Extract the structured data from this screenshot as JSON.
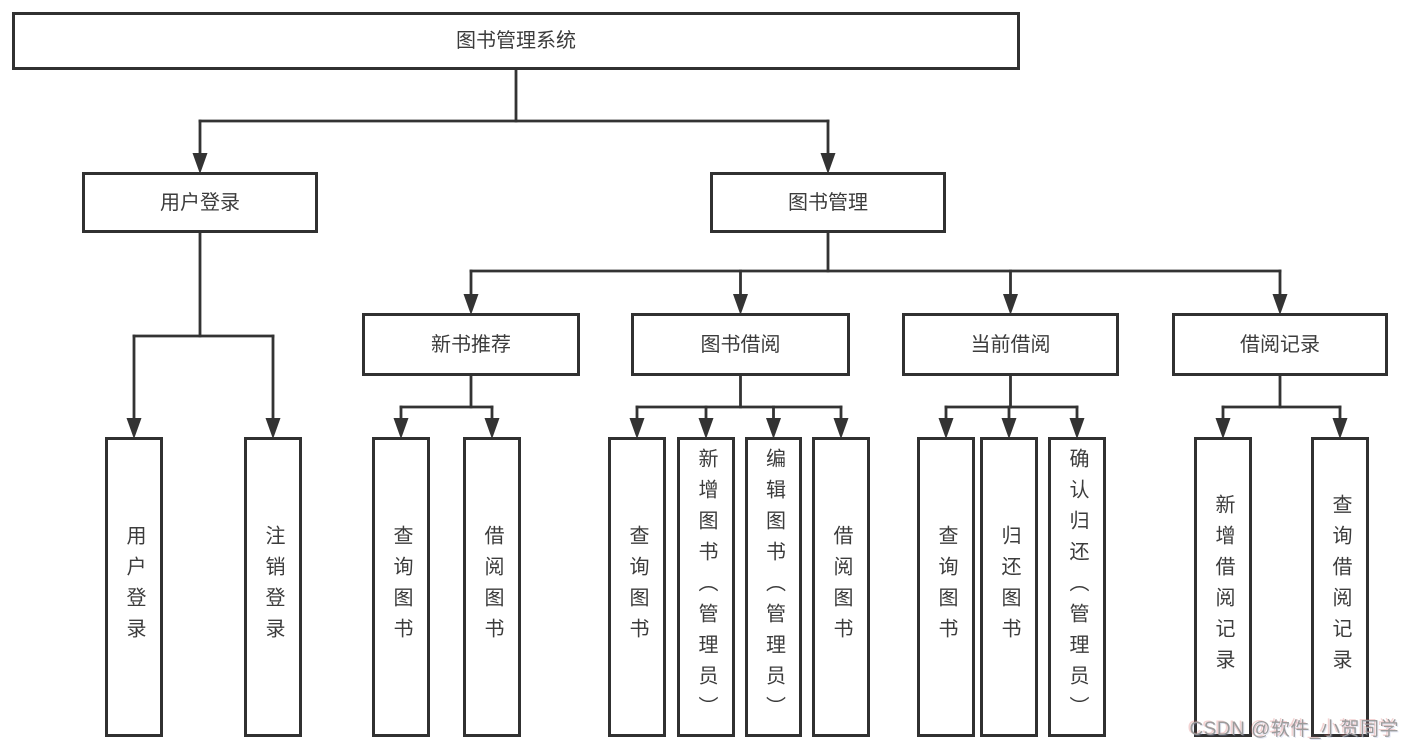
{
  "watermark": "CSDN @软件_小贺同学",
  "colors": {
    "line": "#333333",
    "box_border": "#313131",
    "box_fill": "#ffffff",
    "text": "#3c3c3c",
    "watermark": "#9b9b9b",
    "background": "#ffffff"
  },
  "nodes": [
    {
      "id": "root",
      "label": "图书管理系统",
      "parent": null,
      "shape": "wide"
    },
    {
      "id": "user-login",
      "label": "用户登录",
      "parent": "root",
      "shape": "box"
    },
    {
      "id": "book-mgmt",
      "label": "图书管理",
      "parent": "root",
      "shape": "box"
    },
    {
      "id": "new-book-rec",
      "label": "新书推荐",
      "parent": "book-mgmt",
      "shape": "box"
    },
    {
      "id": "book-borrow",
      "label": "图书借阅",
      "parent": "book-mgmt",
      "shape": "box"
    },
    {
      "id": "current-borrow",
      "label": "当前借阅",
      "parent": "book-mgmt",
      "shape": "box"
    },
    {
      "id": "borrow-records",
      "label": "借阅记录",
      "parent": "book-mgmt",
      "shape": "box"
    },
    {
      "id": "user-login-leaf",
      "label": "用户登录",
      "parent": "user-login",
      "shape": "tall"
    },
    {
      "id": "logout-leaf",
      "label": "注销登录",
      "parent": "user-login",
      "shape": "tall"
    },
    {
      "id": "rec-query-books",
      "label": "查询图书",
      "parent": "new-book-rec",
      "shape": "tall"
    },
    {
      "id": "rec-borrow-books",
      "label": "借阅图书",
      "parent": "new-book-rec",
      "shape": "tall"
    },
    {
      "id": "borrow-query-books",
      "label": "查询图书",
      "parent": "book-borrow",
      "shape": "tall"
    },
    {
      "id": "add-books-admin",
      "label": "新增图书（管理员）",
      "parent": "book-borrow",
      "shape": "tall"
    },
    {
      "id": "edit-books-admin",
      "label": "编辑图书（管理员）",
      "parent": "book-borrow",
      "shape": "tall"
    },
    {
      "id": "borrow-books",
      "label": "借阅图书",
      "parent": "book-borrow",
      "shape": "tall"
    },
    {
      "id": "cur-query-books",
      "label": "查询图书",
      "parent": "current-borrow",
      "shape": "tall"
    },
    {
      "id": "return-books",
      "label": "归还图书",
      "parent": "current-borrow",
      "shape": "tall"
    },
    {
      "id": "confirm-return-admin",
      "label": "确认归还（管理员）",
      "parent": "current-borrow",
      "shape": "tall"
    },
    {
      "id": "add-borrow-record",
      "label": "新增借阅记录",
      "parent": "borrow-records",
      "shape": "tall"
    },
    {
      "id": "query-borrow-record",
      "label": "查询借阅记录",
      "parent": "borrow-records",
      "shape": "tall"
    }
  ]
}
